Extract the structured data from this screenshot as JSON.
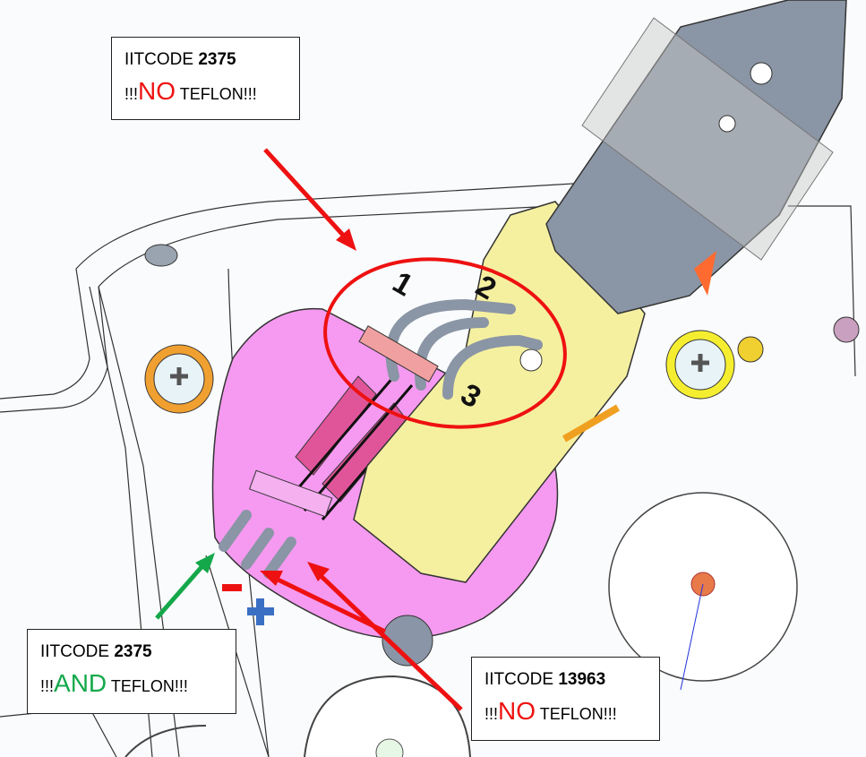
{
  "notes": [
    {
      "code_label": "IITCODE",
      "code": "2375",
      "prefix": "!!!",
      "keyword": "NO",
      "suffix": "TEFLON!!!",
      "keyword_color": "#ee1111"
    },
    {
      "code_label": "IITCODE",
      "code": "2375",
      "prefix": "!!!",
      "keyword": "AND",
      "suffix": "TEFLON!!!",
      "keyword_color": "#14a84a"
    },
    {
      "code_label": "IITCODE",
      "code": "13963",
      "prefix": "!!!",
      "keyword": "NO",
      "suffix": "TEFLON!!!",
      "keyword_color": "#ee1111"
    }
  ],
  "wire_labels": [
    "1",
    "2",
    "3"
  ],
  "polarity": {
    "minus": "-",
    "plus": "+"
  },
  "colors": {
    "arrow_red": "#ee1111",
    "arrow_green": "#14a84a",
    "body_pink": "#f59af0",
    "holder_yellow": "#f5f0a0",
    "plus_blue": "#3b6fc4"
  }
}
